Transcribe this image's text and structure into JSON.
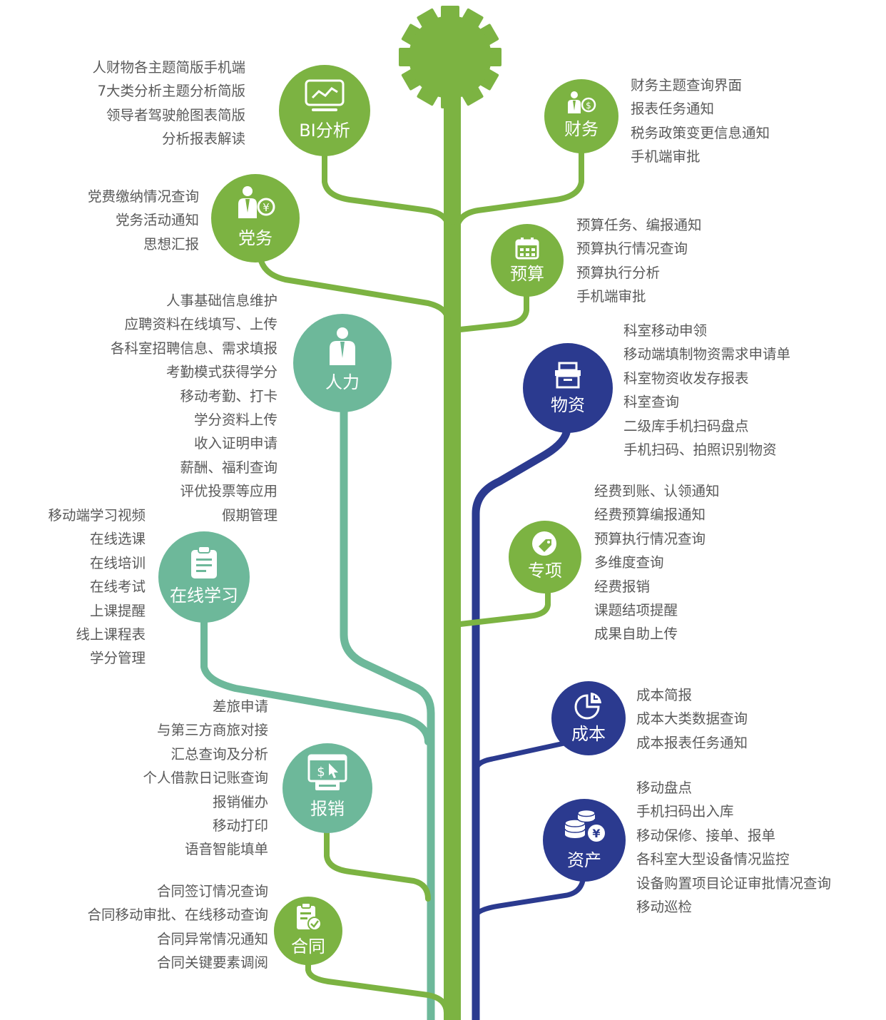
{
  "colors": {
    "green": "#7cb342",
    "teal": "#6db89a",
    "navy": "#2b3a8f",
    "text": "#595959"
  },
  "nodes": {
    "bi": {
      "label": "BI分析",
      "icon": "monitor-chart-icon",
      "items": [
        "人财物各主题简版手机端",
        "7大类分析主题分析简版",
        "领导者驾驶舱图表简版",
        "分析报表解读"
      ]
    },
    "finance": {
      "label": "财务",
      "icon": "user-money-icon",
      "items": [
        "财务主题查询界面",
        "报表任务通知",
        "税务政策变更信息通知",
        "手机端审批"
      ]
    },
    "party": {
      "label": "党务",
      "icon": "user-yen-icon",
      "items": [
        "党费缴纳情况查询",
        "党务活动通知",
        "思想汇报"
      ]
    },
    "budget": {
      "label": "预算",
      "icon": "calendar-icon",
      "items": [
        "预算任务、编报通知",
        "预算执行情况查询",
        "预算执行分析",
        "手机端审批"
      ]
    },
    "hr": {
      "label": "人力",
      "icon": "user-tie-icon",
      "items": [
        "人事基础信息维护",
        "应聘资料在线填写、上传",
        "各科室招聘信息、需求填报",
        "考勤模式获得学分",
        "移动考勤、打卡",
        "学分资料上传",
        "收入证明申请",
        "薪酬、福利查询",
        "评优投票等应用",
        "假期管理"
      ]
    },
    "material": {
      "label": "物资",
      "icon": "box-icon",
      "items": [
        "科室移动申领",
        "移动端填制物资需求申请单",
        "科室物资收发存报表",
        "科室查询",
        "二级库手机扫码盘点",
        "手机扫码、拍照识别物资"
      ]
    },
    "learning": {
      "label": "在线学习",
      "icon": "clipboard-icon",
      "items": [
        "移动端学习视频",
        "在线选课",
        "在线培训",
        "在线考试",
        "上课提醒",
        "线上课程表",
        "学分管理"
      ]
    },
    "project": {
      "label": "专项",
      "icon": "tag-icon",
      "items": [
        "经费到账、认领通知",
        "经费预算编报通知",
        "预算执行情况查询",
        "多维度查询",
        "经费报销",
        "课题结项提醒",
        "成果自助上传"
      ]
    },
    "cost": {
      "label": "成本",
      "icon": "pie-chart-icon",
      "items": [
        "成本简报",
        "成本大类数据查询",
        "成本报表任务通知"
      ]
    },
    "expense": {
      "label": "报销",
      "icon": "payment-screen-icon",
      "items": [
        "差旅申请",
        "与第三方商旅对接",
        "汇总查询及分析",
        "个人借款日记账查询",
        "报销催办",
        "移动打印",
        "语音智能填单"
      ]
    },
    "asset": {
      "label": "资产",
      "icon": "coins-yen-icon",
      "items": [
        "移动盘点",
        "手机扫码出入库",
        "移动保修、接单、报单",
        "各科室大型设备情况监控",
        "设备购置项目论证审批情况查询",
        "移动巡检"
      ]
    },
    "contract": {
      "label": "合同",
      "icon": "clipboard-check-icon",
      "items": [
        "合同签订情况查询",
        "合同移动审批、在线移动查询",
        "合同异常情况通知",
        "合同关键要素调阅"
      ]
    }
  }
}
